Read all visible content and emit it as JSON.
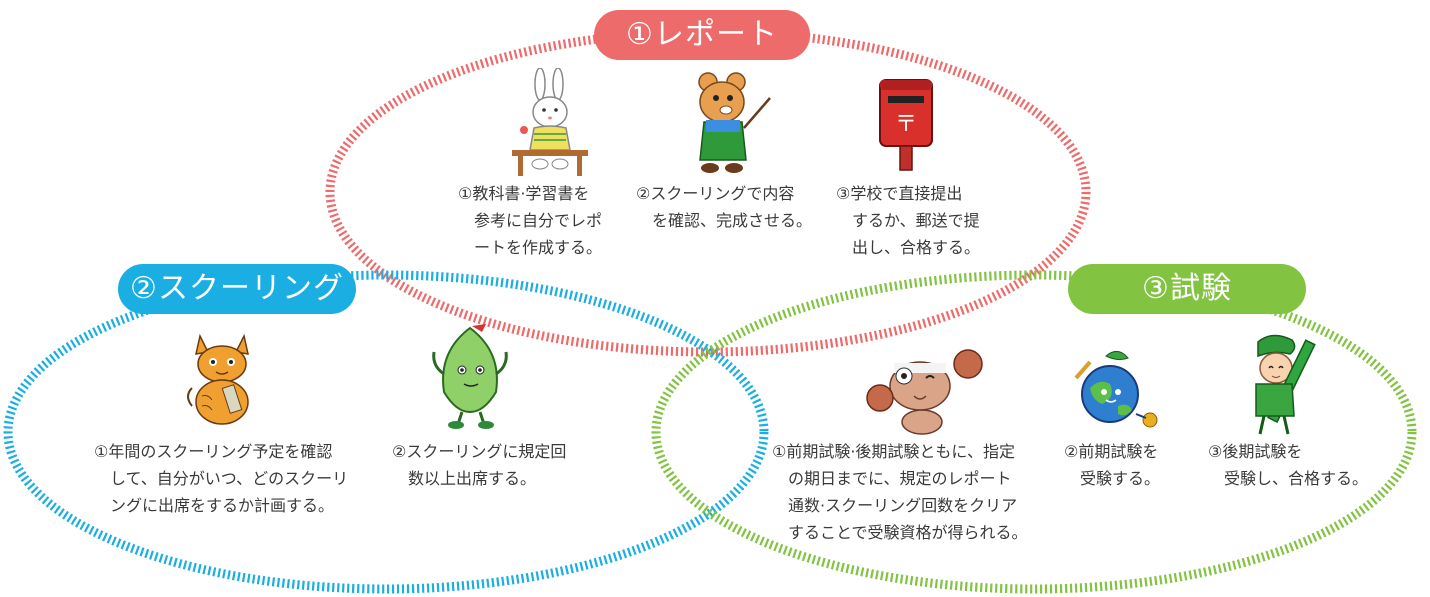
{
  "colors": {
    "report": "#ee6b6b",
    "schooling": "#1aaee3",
    "exam": "#82c341",
    "text": "#3a3a3a"
  },
  "report": {
    "title": "①レポート",
    "steps": [
      {
        "lines": [
          "①教科書·学習書を",
          "　参考に自分でレポ",
          "　ートを作成する。"
        ],
        "icon": "rabbit-at-desk-icon"
      },
      {
        "lines": [
          "②スクーリングで内容",
          "　を確認、完成させる。"
        ],
        "icon": "bear-with-pointer-icon"
      },
      {
        "lines": [
          "③学校で直接提出",
          "　するか、郵送で提",
          "　出し、合格する。"
        ],
        "icon": "mailbox-icon"
      }
    ]
  },
  "schooling": {
    "title": "②スクーリング",
    "steps": [
      {
        "lines": [
          "①年間のスクーリング予定を確認",
          "　して、自分がいつ、どのスクーリ",
          "　ングに出席をするか計画する。"
        ],
        "icon": "lucky-cat-icon"
      },
      {
        "lines": [
          "②スクーリングに規定回",
          "　数以上出席する。"
        ],
        "icon": "leaf-character-icon"
      }
    ]
  },
  "exam": {
    "title": "③試験",
    "steps": [
      {
        "lines": [
          "①前期試験·後期試験ともに、指定",
          "　の期日までに、規定のレポート",
          "　通数·スクーリング回数をクリア",
          "　することで受験資格が得られる。"
        ],
        "icon": "boxing-dog-icon"
      },
      {
        "lines": [
          "②前期試験を",
          "　受験する。"
        ],
        "icon": "globe-character-icon"
      },
      {
        "lines": [
          "③後期試験を",
          "　受験し、合格する。"
        ],
        "icon": "pencil-kid-icon"
      }
    ]
  }
}
